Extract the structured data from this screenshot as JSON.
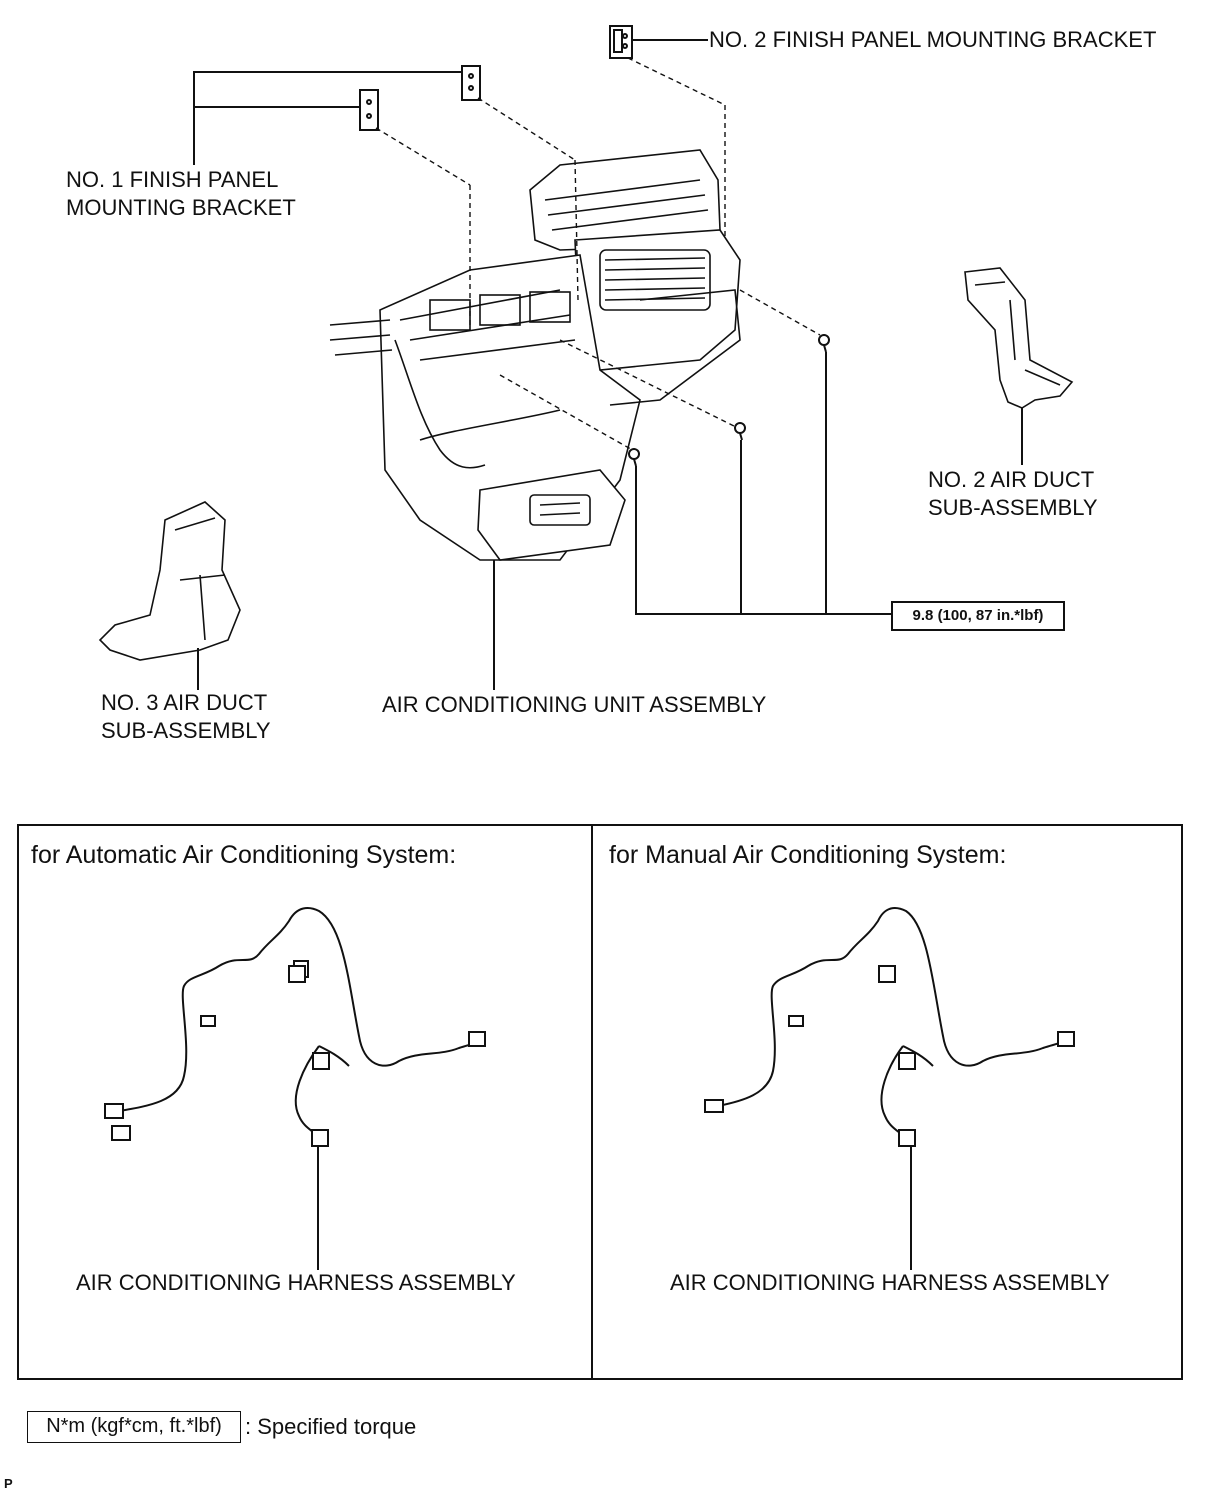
{
  "labels": {
    "bracket2": "NO. 2 FINISH PANEL MOUNTING BRACKET",
    "bracket1_line1": "NO. 1 FINISH PANEL",
    "bracket1_line2": "MOUNTING BRACKET",
    "duct2_line1": "NO. 2 AIR DUCT",
    "duct2_line2": "SUB-ASSEMBLY",
    "duct3_line1": "NO. 3 AIR DUCT",
    "duct3_line2": "SUB-ASSEMBLY",
    "ac_unit": "AIR CONDITIONING UNIT ASSEMBLY",
    "torque": "9.8 (100, 87 in.*lbf)"
  },
  "panels": {
    "automatic": {
      "title": "for Automatic Air Conditioning System:",
      "harness_label": "AIR CONDITIONING HARNESS ASSEMBLY"
    },
    "manual": {
      "title": "for Manual Air Conditioning System:",
      "harness_label": "AIR CONDITIONING HARNESS ASSEMBLY"
    }
  },
  "legend": {
    "unit": "N*m (kgf*cm, ft.*lbf)",
    "text": ": Specified torque"
  },
  "figure_code": "P"
}
